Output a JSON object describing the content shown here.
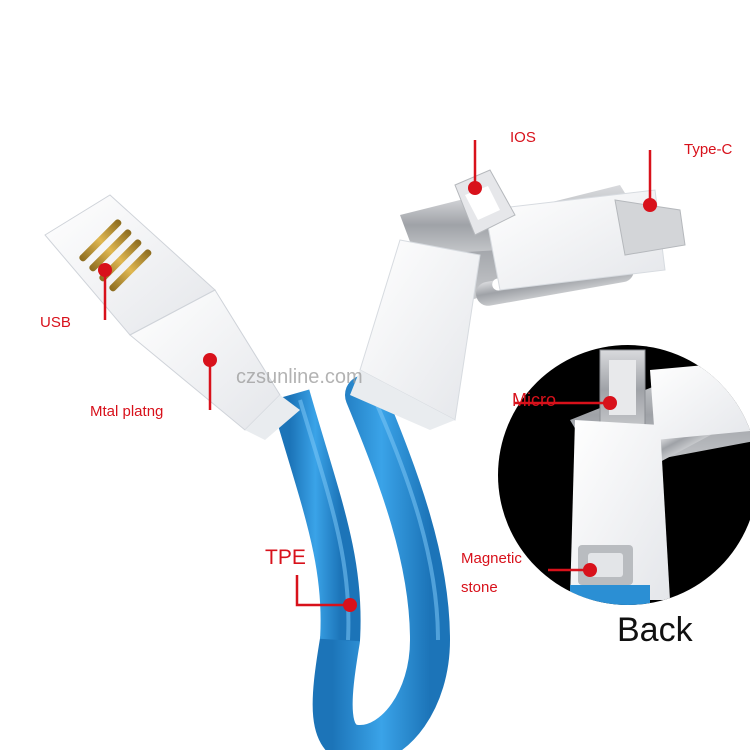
{
  "colors": {
    "accent": "#d8111b",
    "cable": "#2b8fd4",
    "plug": "#ffffff",
    "inset_bg": "#000000"
  },
  "labels": {
    "ios": "IOS",
    "type_c": "Type-C",
    "usb": "USB",
    "metal_plating": "Mtal platng",
    "micro": "Micro",
    "tpe": "TPE",
    "magnetic": "Magnetic",
    "stone": "stone",
    "back": "Back"
  },
  "watermark": "czsunline.com"
}
